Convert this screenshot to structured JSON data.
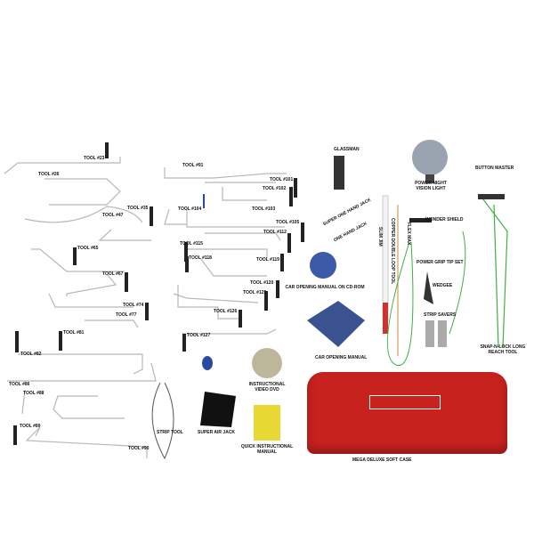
{
  "tools_left": [
    "TOOL #23",
    "TOOL #26",
    "TOOL #35",
    "TOOL #47",
    "TOOL #65",
    "TOOL #67",
    "TOOL #74",
    "TOOL #77",
    "TOOL #81",
    "TOOL #82",
    "TOOL #86",
    "TOOL #88",
    "TOOL #89",
    "TOOL #90"
  ],
  "tools_mid": [
    "TOOL #91",
    "TOOL #101",
    "TOOL #102",
    "TOOL #103",
    "TOOL #104",
    "TOOL #105",
    "TOOL #112",
    "TOOL #115",
    "TOOL #118",
    "TOOL #119",
    "TOOL #120",
    "TOOL #125",
    "TOOL #126",
    "TOOL #127"
  ],
  "items": {
    "glassman": "GLASSMAN",
    "super_one_hand_jack": "SUPER ONE HAND JACK",
    "one_hand_jack": "ONE HAND JACK",
    "cd_rom": "CAR OPENING MANUAL ON CD-ROM",
    "manual": "CAR OPENING MANUAL",
    "slim_jim": "SLIM JIM",
    "copper": "COPPER DOUBLE LOOP TOOL",
    "flex_max": "FLEX MAX",
    "light": "POWER NIGHT VISION LIGHT",
    "button_master": "BUTTON MASTER",
    "wonder_shield": "WONDER SHIELD",
    "grip": "POWER GRIP TIP SET",
    "wedgee": "WEDGEE",
    "strip_savers": "STRIP SAVERS",
    "snap": "SNAP-N-LOCK LONG REACH TOOL",
    "dvd": "INSTRUCTIONAL VIDEO DVD",
    "air_jack": "SUPER AIR JACK",
    "strip_tool": "STRIP TOOL",
    "quick_manual": "QUICK INSTRUCTIONAL MANUAL",
    "case": "MEGA DELUXE SOFT CASE"
  },
  "colors": {
    "case": "#c8221f",
    "rod": "#b8b8b8",
    "handle": "#222222",
    "wire": "#3cb043"
  }
}
